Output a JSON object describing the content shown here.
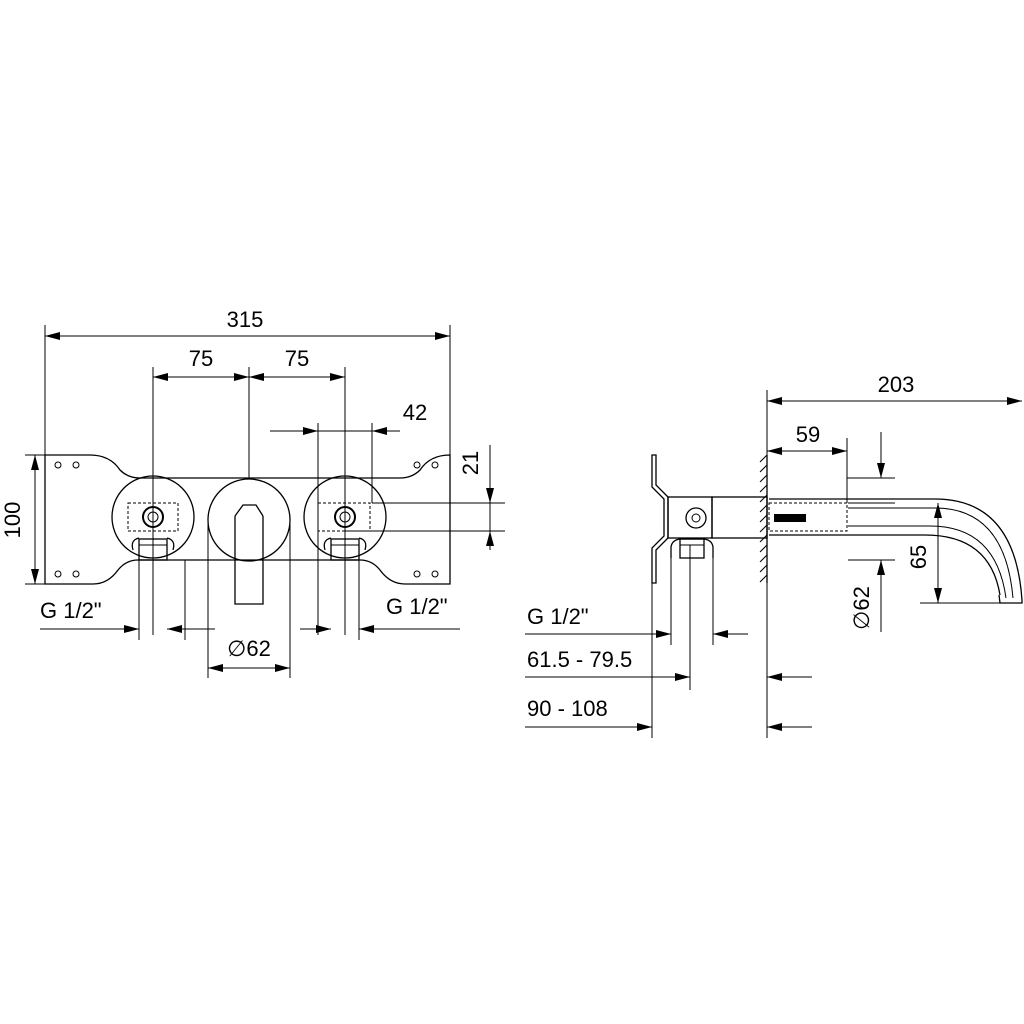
{
  "front_view": {
    "overall_width": "315",
    "spacing_left": "75",
    "spacing_right": "75",
    "offset_right": "42",
    "height": "100",
    "vertical_offset": "21",
    "thread_left": "G 1/2\"",
    "thread_right": "G 1/2\"",
    "diameter": "∅62"
  },
  "side_view": {
    "projection": "203",
    "depth": "59",
    "drop": "65",
    "diameter": "∅62",
    "thread": "G 1/2\"",
    "range_short": "61.5 - 79.5",
    "range_long": "90 - 108"
  }
}
